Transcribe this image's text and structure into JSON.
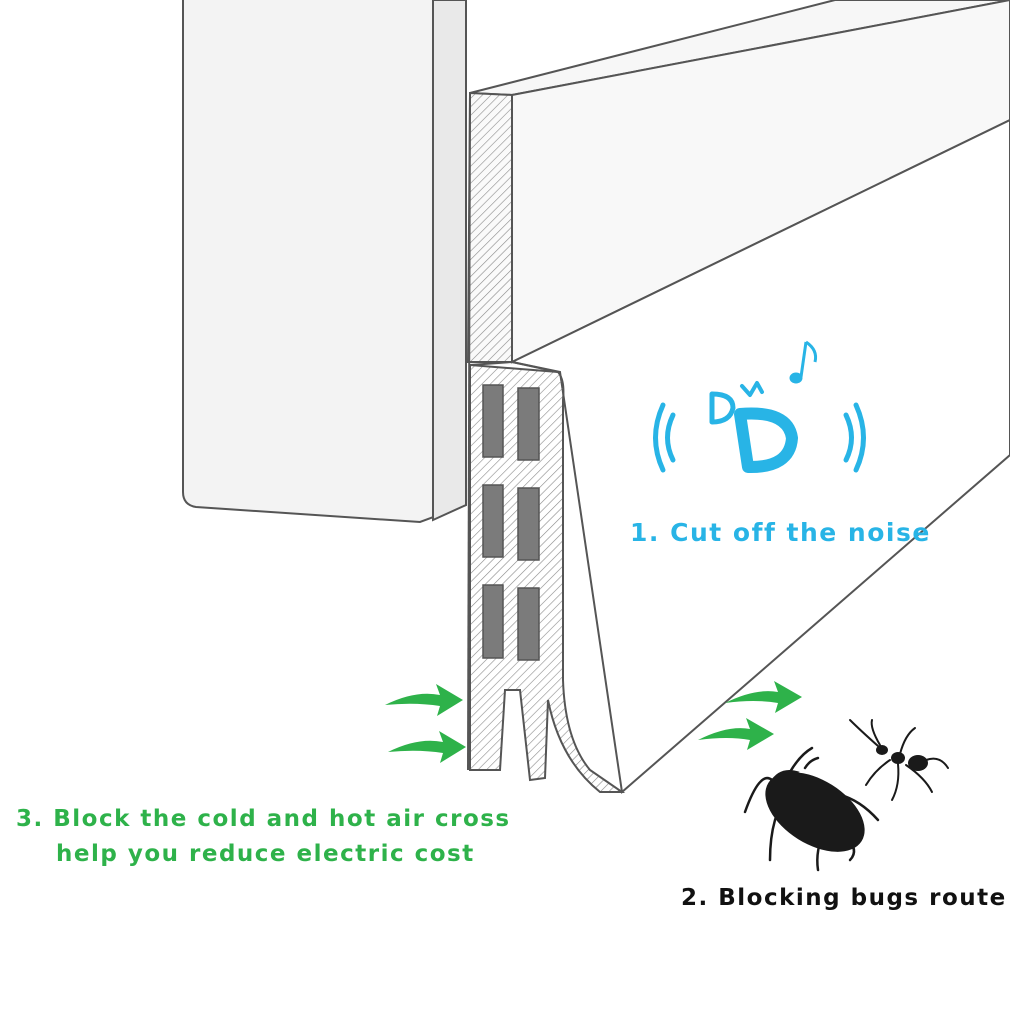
{
  "colors": {
    "noise_blue": "#28b4e6",
    "air_green": "#2eb24a",
    "bugs_black": "#111111",
    "outline": "#555555",
    "door_fill": "#f4f4f4",
    "magnet_gray": "#7b7b7b"
  },
  "captions": {
    "noise": "1. Cut off the noise",
    "air_line1": "3. Block the cold and hot air cross",
    "air_line2": "help you reduce electric cost",
    "bugs": "2. Blocking bugs route"
  },
  "icons": [
    "door-icon",
    "seal-strip-icon",
    "magnet-strip-icon",
    "air-arrow-icon",
    "sound-wave-icon",
    "music-note-icon",
    "cockroach-icon",
    "ant-icon"
  ]
}
